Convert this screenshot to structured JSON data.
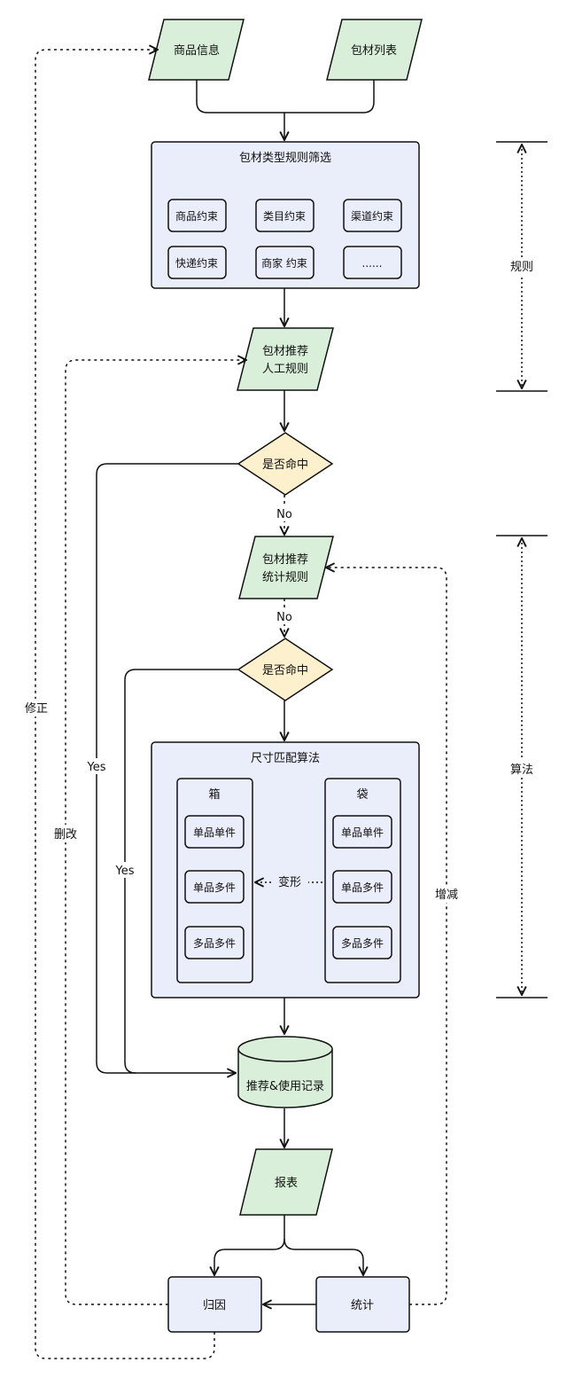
{
  "nodes": {
    "product_info": "商品信息",
    "packaging_list": "包材列表",
    "rule_filter": {
      "title": "包材类型规则筛选",
      "items": [
        "商品约束",
        "类目约束",
        "渠道约束",
        "快递约束",
        "商家 约束",
        "......"
      ]
    },
    "manual_rule": [
      "包材推荐",
      "人工规则"
    ],
    "hit_1": "是否命中",
    "stat_rule": [
      "包材推荐",
      "统计规则"
    ],
    "hit_2": "是否命中",
    "size_match": {
      "title": "尺寸匹配算法",
      "box": {
        "title": "箱",
        "items": [
          "单品单件",
          "单品多件",
          "多品多件"
        ]
      },
      "bag": {
        "title": "袋",
        "items": [
          "单品单件",
          "单品多件",
          "多品多件"
        ]
      },
      "transform": "变形"
    },
    "record_db": "推荐&使用记录",
    "report": "报表",
    "attribution": "归因",
    "statistics": "统计"
  },
  "edge_labels": {
    "no_1": "No",
    "no_2": "No",
    "yes_1": "Yes",
    "yes_2": "Yes",
    "fix": "修正",
    "delete_edit": "删改",
    "add_reduce": "增减"
  },
  "brackets": {
    "rules": "规则",
    "algorithm": "算法"
  },
  "colors": {
    "io_fill": "#d9efd9",
    "process_fill": "#eaedfa",
    "decision_fill": "#fdf0cc",
    "stroke": "#111111"
  }
}
